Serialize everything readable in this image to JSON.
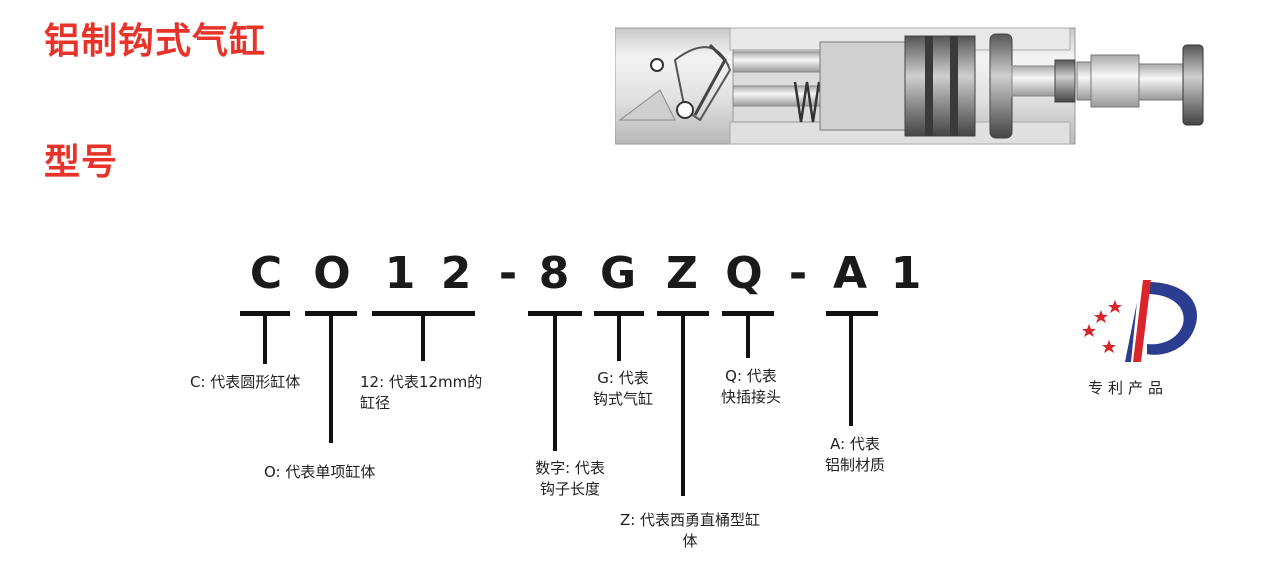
{
  "title": "铝制钩式气缸",
  "subtitle": "型号",
  "model_chars": [
    "C",
    "O",
    "1",
    "2",
    "-",
    "8",
    "G",
    "Z",
    "Q",
    "-",
    "A",
    "1"
  ],
  "labels": {
    "c": "C: 代表圆形缸体",
    "o": "O: 代表单项缸体",
    "bore": "12: 代表12mm的\n缸径",
    "digit": "数字: 代表\n钩子长度",
    "g": "G: 代表\n钩式气缸",
    "z": "Z: 代表西勇直桶型缸\n体",
    "q": "Q: 代表\n快插接头",
    "a": "A: 代表\n铝制材质"
  },
  "patent": {
    "text": "专利产品",
    "icon": "patent-logo-icon"
  },
  "product_image": {
    "icon": "hook-cylinder-illustration"
  },
  "colors": {
    "accent": "#e8332a",
    "logo_blue": "#2a3d8f",
    "logo_red": "#d8262b"
  }
}
